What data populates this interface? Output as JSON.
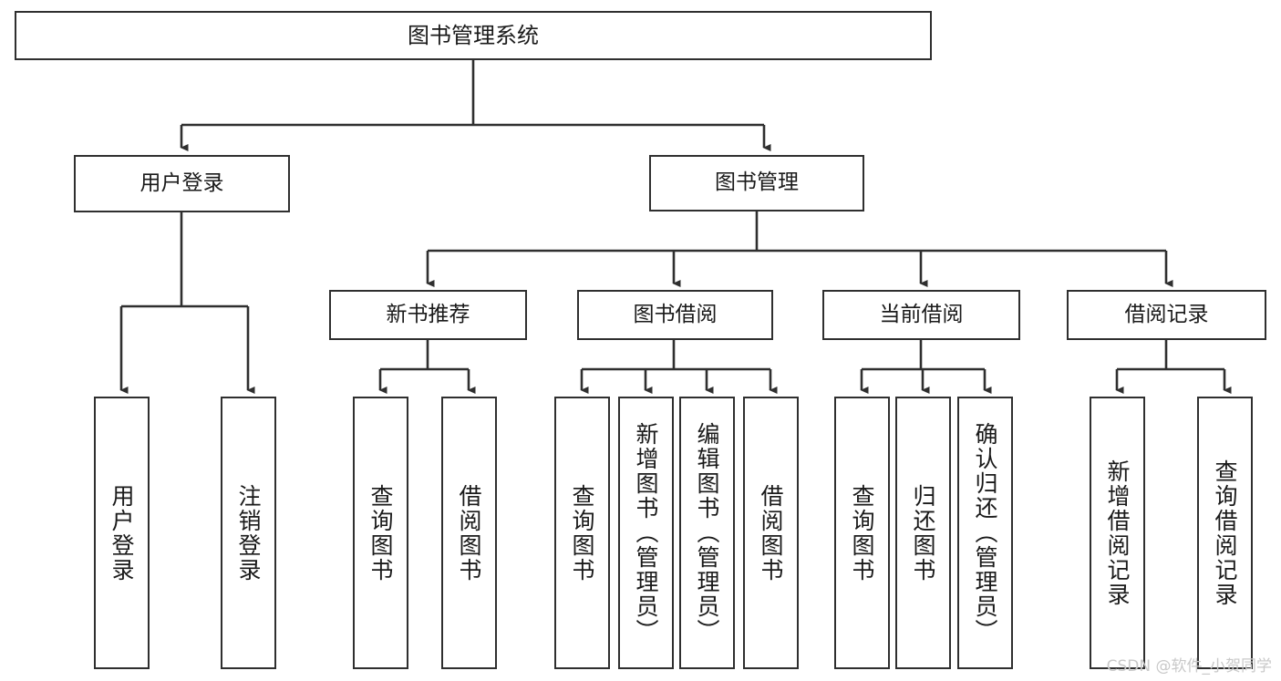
{
  "diagram": {
    "title": "图书管理系统",
    "watermark": "CSDN @软件_小贺同学",
    "edge_color": "#2f2f2f",
    "box_border_color": "#2f2f2f",
    "box_fill_color": "#ffffff",
    "background_color": "#ffffff",
    "nodes": {
      "root": {
        "label": "图书管理系统"
      },
      "level2": [
        {
          "label": "用户登录"
        },
        {
          "label": "图书管理"
        }
      ],
      "level3": [
        {
          "label": "新书推荐"
        },
        {
          "label": "图书借阅"
        },
        {
          "label": "当前借阅"
        },
        {
          "label": "借阅记录"
        }
      ],
      "leaves": {
        "user_login": [
          {
            "label": "用户登录"
          },
          {
            "label": "注销登录"
          }
        ],
        "new_book_recommend": [
          {
            "label": "查询图书"
          },
          {
            "label": "借阅图书"
          }
        ],
        "book_borrow": [
          {
            "label": "查询图书"
          },
          {
            "label": "新增图书（管理员）"
          },
          {
            "label": "编辑图书（管理员）"
          },
          {
            "label": "借阅图书"
          }
        ],
        "current_borrow": [
          {
            "label": "查询图书"
          },
          {
            "label": "归还图书"
          },
          {
            "label": "确认归还（管理员）"
          }
        ],
        "borrow_record": [
          {
            "label": "新增借阅记录"
          },
          {
            "label": "查询借阅记录"
          }
        ]
      }
    }
  },
  "chart_data": {
    "type": "diagram",
    "title": "图书管理系统",
    "diagram_kind": "tree / functional-structure",
    "tree": {
      "name": "图书管理系统",
      "children": [
        {
          "name": "用户登录",
          "children": [
            {
              "name": "用户登录"
            },
            {
              "name": "注销登录"
            }
          ]
        },
        {
          "name": "图书管理",
          "children": [
            {
              "name": "新书推荐",
              "children": [
                {
                  "name": "查询图书"
                },
                {
                  "name": "借阅图书"
                }
              ]
            },
            {
              "name": "图书借阅",
              "children": [
                {
                  "name": "查询图书"
                },
                {
                  "name": "新增图书（管理员）"
                },
                {
                  "name": "编辑图书（管理员）"
                },
                {
                  "name": "借阅图书"
                }
              ]
            },
            {
              "name": "当前借阅",
              "children": [
                {
                  "name": "查询图书"
                },
                {
                  "name": "归还图书"
                },
                {
                  "name": "确认归还（管理员）"
                }
              ]
            },
            {
              "name": "借阅记录",
              "children": [
                {
                  "name": "新增借阅记录"
                },
                {
                  "name": "查询借阅记录"
                }
              ]
            }
          ]
        }
      ]
    }
  }
}
